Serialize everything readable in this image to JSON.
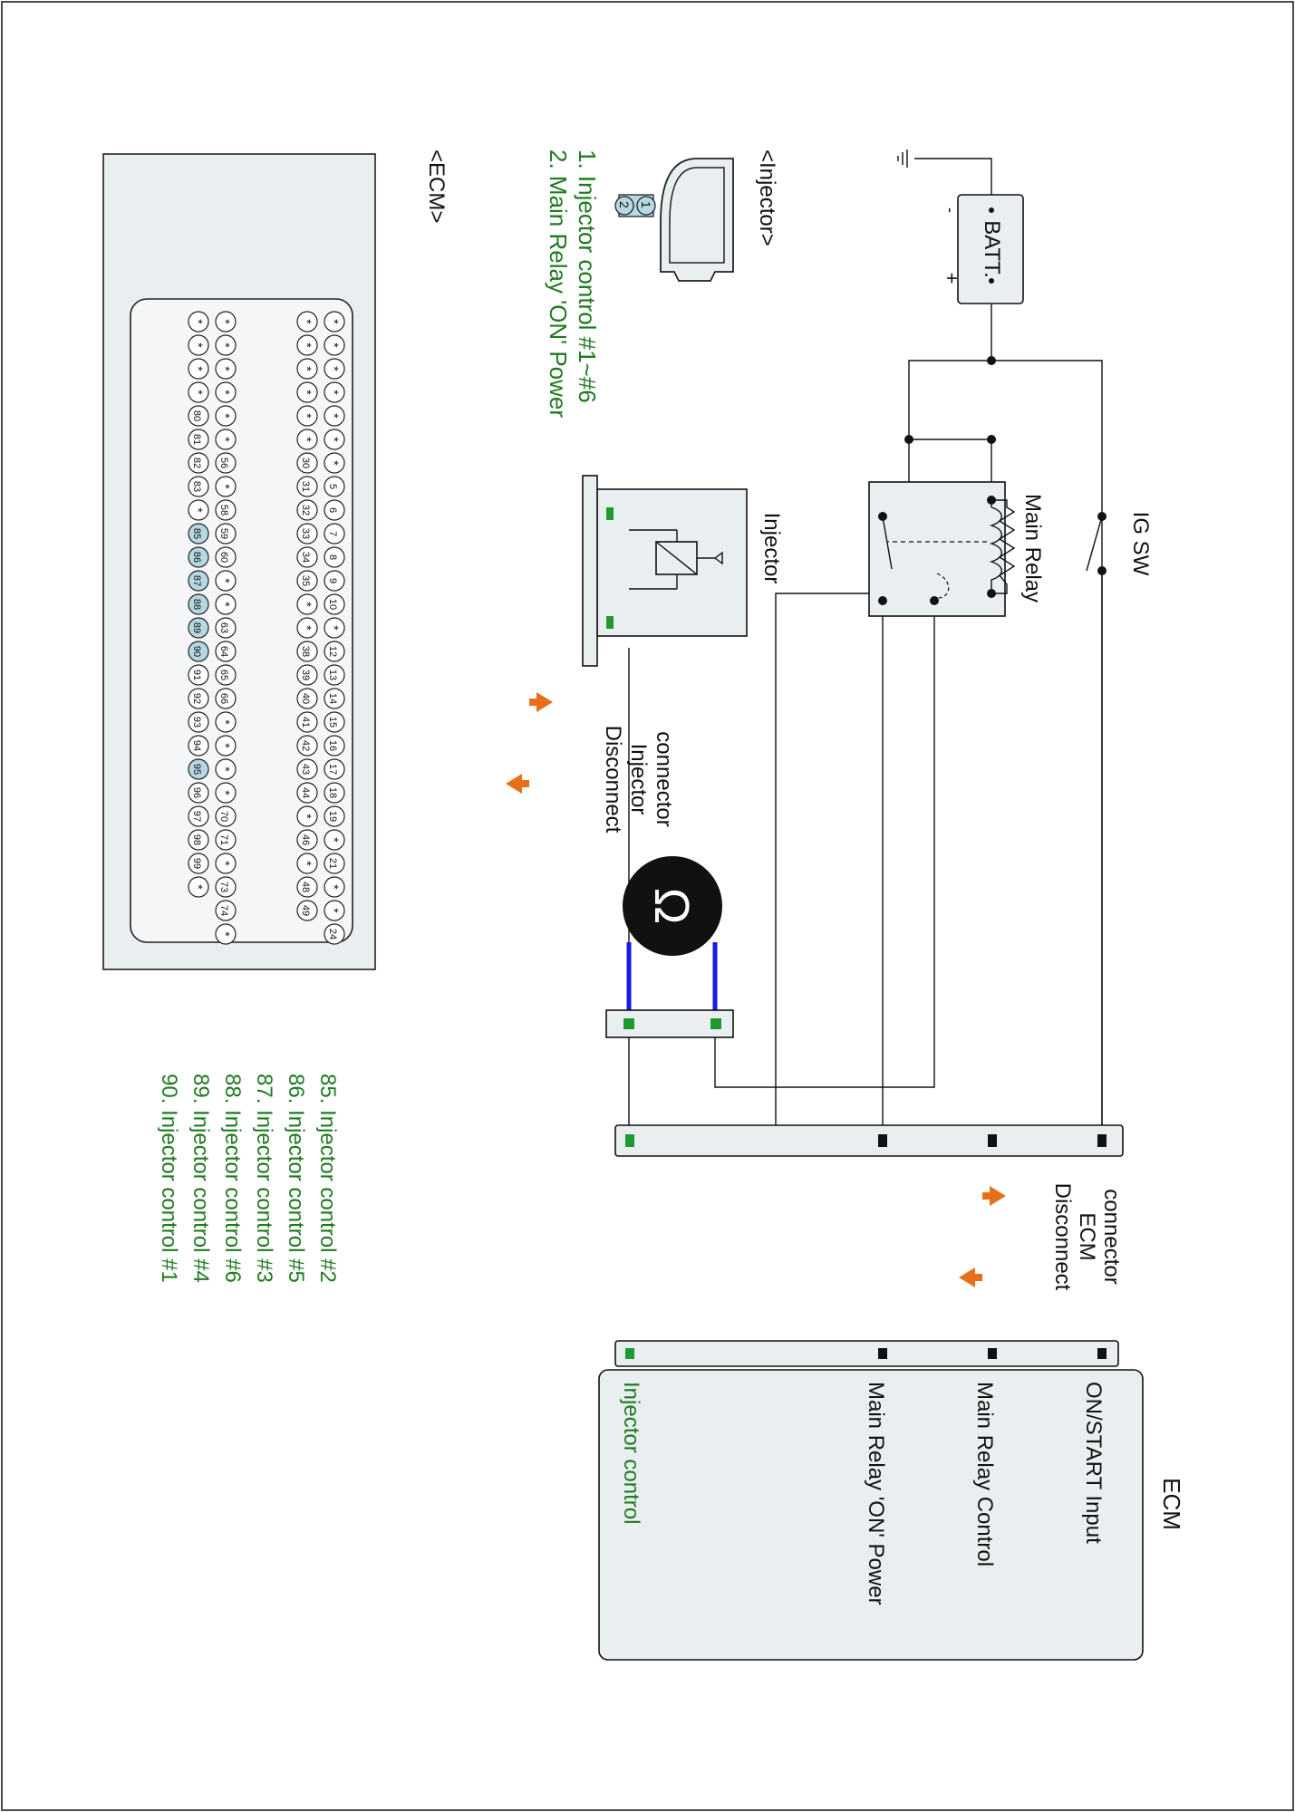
{
  "colors": {
    "accent_green": "#1f7a1f",
    "arrow_orange": "#e8701a",
    "probe_blue": "#1a1ae6",
    "pin_highlight": "#b5d8e3",
    "panel_fill": "#e9eef0"
  },
  "components": {
    "battery": {
      "label": "BATT.",
      "neg": "-",
      "pos": "+"
    },
    "ig_switch": {
      "label": "IG SW"
    },
    "main_relay": {
      "label": "Main Relay"
    },
    "injector": {
      "label": "Injector"
    },
    "ohmmeter": {
      "icon": "ohm-meter-icon",
      "symbol": "Ω"
    },
    "ecm": {
      "label": "ECM",
      "signals": [
        "ON/START Input",
        "Main Relay Control",
        "Main Relay 'ON' Power",
        "Injector control"
      ]
    }
  },
  "disconnect": {
    "injector": [
      "Disconnect",
      "Injector",
      "connector"
    ],
    "ecm": [
      "Disconnect",
      "ECM",
      "connector"
    ]
  },
  "injector_connector": {
    "title": "<Injector>",
    "pins": [
      "1",
      "2"
    ],
    "legend": [
      "1. Injector control #1~#6",
      "2. Main Relay 'ON' Power"
    ]
  },
  "ecm_connector": {
    "title": "<ECM>",
    "rows": [
      [
        "*",
        "*",
        "*",
        "*",
        "*",
        "*",
        "*",
        "5",
        "6",
        "7",
        "8",
        "9",
        "10",
        "*",
        "12",
        "13",
        "14",
        "15",
        "16",
        "17",
        "18",
        "19",
        "*",
        "21",
        "*",
        "*",
        "24"
      ],
      [
        "*",
        "*",
        "*",
        "*",
        "*",
        "*",
        "30",
        "31",
        "32",
        "33",
        "34",
        "35",
        "*",
        "*",
        "38",
        "39",
        "40",
        "41",
        "42",
        "43",
        "44",
        "*",
        "46",
        "*",
        "48",
        "49"
      ],
      [
        "*",
        "*",
        "*",
        "*",
        "*",
        "*",
        "56",
        "*",
        "58",
        "59",
        "60",
        "*",
        "*",
        "63",
        "64",
        "65",
        "66",
        "*",
        "*",
        "*",
        "*",
        "70",
        "71",
        "*",
        "73",
        "74",
        "*"
      ],
      [
        "*",
        "*",
        "*",
        "*",
        "80",
        "81",
        "82",
        "83",
        "*",
        "85",
        "86",
        "87",
        "88",
        "89",
        "90",
        "91",
        "92",
        "93",
        "94",
        "95",
        "96",
        "97",
        "98",
        "99",
        "*"
      ]
    ],
    "highlighted_pins": [
      "85",
      "86",
      "87",
      "88",
      "89",
      "90",
      "95"
    ],
    "legend": [
      "85. Injector control #2",
      "86. Injector control #5",
      "87. Injector control #3",
      "88. Injector control #6",
      "89. Injector control #4",
      "90. Injector control #1"
    ]
  }
}
